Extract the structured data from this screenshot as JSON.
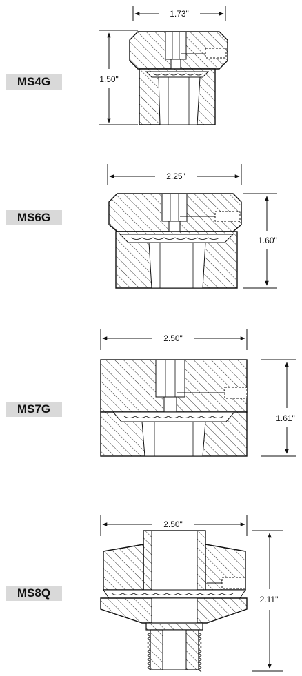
{
  "parts": [
    {
      "model": "MS4G",
      "width": "1.73\"",
      "height": "1.50\""
    },
    {
      "model": "MS6G",
      "width": "2.25\"",
      "height": "1.60\""
    },
    {
      "model": "MS7G",
      "width": "2.50\"",
      "height": "1.61\""
    },
    {
      "model": "MS8Q",
      "width": "2.50\"",
      "height": "2.11\""
    }
  ],
  "colors": {
    "line": "#111111",
    "hatch": "#333333",
    "label_bg": "#d9d9d9"
  }
}
